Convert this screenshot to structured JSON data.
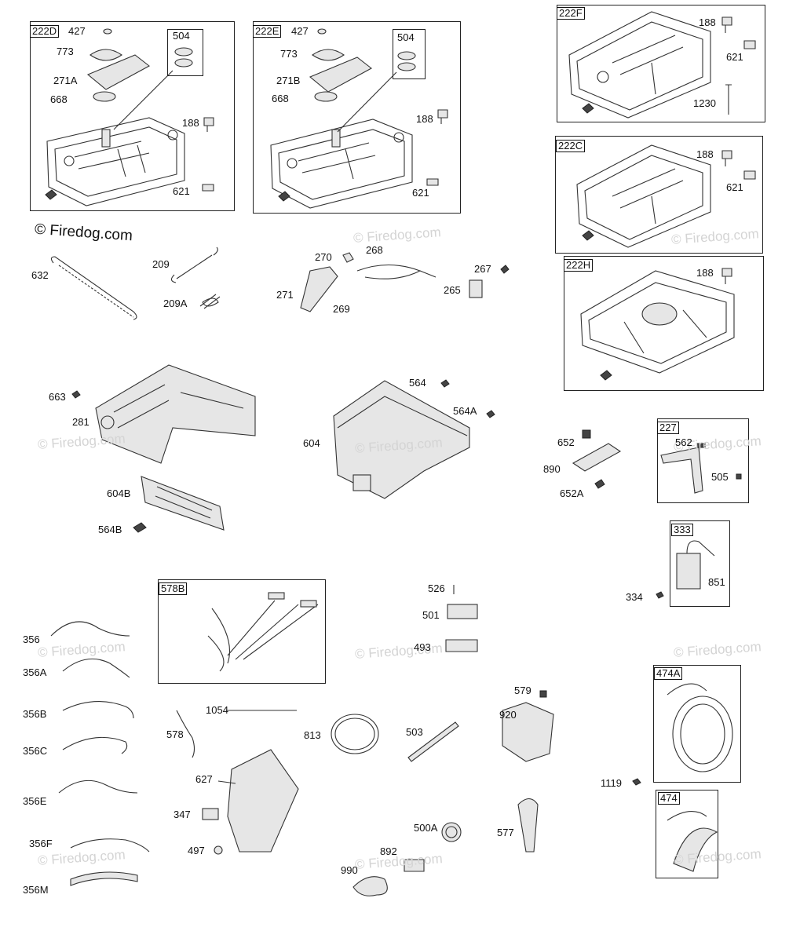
{
  "watermark": {
    "copyright": "© Firedog.com",
    "text": "© Firedog.com"
  },
  "boxes": {
    "b222D": "222D",
    "b222E": "222E",
    "b222F": "222F",
    "b222C": "222C",
    "b222H": "222H",
    "b504a": "504",
    "b504b": "504",
    "b227": "227",
    "b333": "333",
    "b578B": "578B",
    "b474A": "474A",
    "b474": "474"
  },
  "parts": {
    "p427a": "427",
    "p773a": "773",
    "p271A": "271A",
    "p668a": "668",
    "p188a": "188",
    "p621a": "621",
    "p427b": "427",
    "p773b": "773",
    "p271B": "271B",
    "p668b": "668",
    "p188b": "188",
    "p621b": "621",
    "p188c": "188",
    "p621c": "621",
    "p1230": "1230",
    "p188d": "188",
    "p621d": "621",
    "p188e": "188",
    "p209": "209",
    "p632": "632",
    "p209A": "209A",
    "p270": "270",
    "p268": "268",
    "p267": "267",
    "p271": "271",
    "p265": "265",
    "p269": "269",
    "p663": "663",
    "p281": "281",
    "p604B": "604B",
    "p564B": "564B",
    "p564": "564",
    "p564A": "564A",
    "p604": "604",
    "p652": "652",
    "p890": "890",
    "p652A": "652A",
    "p562": "562",
    "p505": "505",
    "p334": "334",
    "p851": "851",
    "p356": "356",
    "p356A": "356A",
    "p356B": "356B",
    "p356C": "356C",
    "p356E": "356E",
    "p356F": "356F",
    "p356M": "356M",
    "p526": "526",
    "p501": "501",
    "p493": "493",
    "p1054": "1054",
    "p578": "578",
    "p813": "813",
    "p503": "503",
    "p579": "579",
    "p920": "920",
    "p627": "627",
    "p347": "347",
    "p497": "497",
    "p500A": "500A",
    "p892": "892",
    "p990": "990",
    "p577": "577",
    "p1119": "1119"
  }
}
